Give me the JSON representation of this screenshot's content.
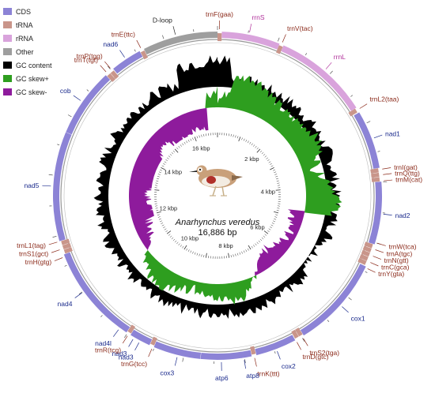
{
  "diagram": {
    "species": "Anarhynchus veredus",
    "genome_length": "16,886 bp",
    "total_bp": 16886
  },
  "legend": [
    {
      "label": "CDS",
      "color": "#8c83d6"
    },
    {
      "label": "tRNA",
      "color": "#c9958a"
    },
    {
      "label": "rRNA",
      "color": "#d9a3dc"
    },
    {
      "label": "Other",
      "color": "#9e9e9e"
    },
    {
      "label": "GC content",
      "color": "#000000"
    },
    {
      "label": "GC skew+",
      "color": "#2e9e1f"
    },
    {
      "label": "GC skew-",
      "color": "#8e1b9c"
    }
  ],
  "colors": {
    "cds": "#8c83d6",
    "trna": "#c9958a",
    "rrna": "#d9a3dc",
    "other": "#9e9e9e",
    "gc": "#000000",
    "skew_pos": "#2e9e1f",
    "skew_neg": "#8e1b9c",
    "label_blue": "#1a2a8c",
    "label_red": "#8b2a1a",
    "label_pink": "#b0309a",
    "label_dark": "#222222"
  },
  "kbp_ticks": [
    "2 kbp",
    "4 kbp",
    "6 kbp",
    "8 kbp",
    "10 kbp",
    "12 kbp",
    "14 kbp",
    "16 kbp"
  ],
  "genes": [
    {
      "name": "trnF(gaa)",
      "type": "trna",
      "start": 0,
      "end": 70
    },
    {
      "name": "rrnS",
      "type": "rrna",
      "start": 71,
      "end": 1040
    },
    {
      "name": "trnV(tac)",
      "type": "trna",
      "start": 1041,
      "end": 1110
    },
    {
      "name": "rrnL",
      "type": "rrna",
      "start": 1111,
      "end": 2700
    },
    {
      "name": "trnL2(taa)",
      "type": "trna",
      "start": 2701,
      "end": 2775
    },
    {
      "name": "nad1",
      "type": "cds",
      "start": 2790,
      "end": 3760
    },
    {
      "name": "trnI(gat)",
      "type": "trna",
      "start": 3765,
      "end": 3835
    },
    {
      "name": "trnQ(ttg)",
      "type": "trna",
      "start": 3840,
      "end": 3910
    },
    {
      "name": "trnM(cat)",
      "type": "trna",
      "start": 3915,
      "end": 3985
    },
    {
      "name": "nad2",
      "type": "cds",
      "start": 3990,
      "end": 5030
    },
    {
      "name": "trnW(tca)",
      "type": "trna",
      "start": 5035,
      "end": 5105
    },
    {
      "name": "trnA(tgc)",
      "type": "trna",
      "start": 5110,
      "end": 5180
    },
    {
      "name": "trnN(gtt)",
      "type": "trna",
      "start": 5185,
      "end": 5255
    },
    {
      "name": "trnC(gca)",
      "type": "trna",
      "start": 5260,
      "end": 5330
    },
    {
      "name": "trnY(gta)",
      "type": "trna",
      "start": 5335,
      "end": 5405
    },
    {
      "name": "cox1",
      "type": "cds",
      "start": 5420,
      "end": 6960
    },
    {
      "name": "trnS2(tga)",
      "type": "trna",
      "start": 6965,
      "end": 7035
    },
    {
      "name": "trnD(gtc)",
      "type": "trna",
      "start": 7040,
      "end": 7110
    },
    {
      "name": "cox2",
      "type": "cds",
      "start": 7120,
      "end": 7800
    },
    {
      "name": "trnK(ttt)",
      "type": "trna",
      "start": 7805,
      "end": 7875
    },
    {
      "name": "atp8",
      "type": "cds",
      "start": 7880,
      "end": 8050
    },
    {
      "name": "atp6",
      "type": "cds",
      "start": 8040,
      "end": 8720
    },
    {
      "name": "cox3",
      "type": "cds",
      "start": 8725,
      "end": 9510
    },
    {
      "name": "trnG(tcc)",
      "type": "trna",
      "start": 9515,
      "end": 9585
    },
    {
      "name": "nad3",
      "type": "cds",
      "start": 9590,
      "end": 9940
    },
    {
      "name": "trnR(tcg)",
      "type": "trna",
      "start": 9945,
      "end": 10015
    },
    {
      "name": "nad4l",
      "type": "cds",
      "start": 10020,
      "end": 10310
    },
    {
      "name": "nad4",
      "type": "cds",
      "start": 10305,
      "end": 11680
    },
    {
      "name": "trnH(gtg)",
      "type": "trna",
      "start": 11685,
      "end": 11755
    },
    {
      "name": "trnS1(gct)",
      "type": "trna",
      "start": 11760,
      "end": 11830
    },
    {
      "name": "trnL1(tag)",
      "type": "trna",
      "start": 11835,
      "end": 11905
    },
    {
      "name": "nad5",
      "type": "cds",
      "start": 11910,
      "end": 13730
    },
    {
      "name": "cob",
      "type": "cds",
      "start": 13735,
      "end": 14880
    },
    {
      "name": "trnT(tgt)",
      "type": "trna",
      "start": 14885,
      "end": 14955
    },
    {
      "name": "trnP(tgg)",
      "type": "trna",
      "start": 14960,
      "end": 15030
    },
    {
      "name": "nad6",
      "type": "cds",
      "start": 15040,
      "end": 15560
    },
    {
      "name": "trnE(ttc)",
      "type": "trna",
      "start": 15565,
      "end": 15635
    },
    {
      "name": "D-loop",
      "type": "other",
      "start": 15640,
      "end": 16886
    }
  ],
  "labels": [
    {
      "text": "trnF(gaa)",
      "color": "label_red",
      "pos": 30
    },
    {
      "text": "rrnS",
      "color": "label_pink",
      "pos": 520
    },
    {
      "text": "trnV(tac)",
      "color": "label_red",
      "pos": 1075
    },
    {
      "text": "rrnL",
      "color": "label_pink",
      "pos": 1900
    },
    {
      "text": "trnL2(taa)",
      "color": "label_red",
      "pos": 2740
    },
    {
      "text": "nad1",
      "color": "label_blue",
      "pos": 3270
    },
    {
      "text": "trnI(gat)",
      "color": "label_red",
      "pos": 3790
    },
    {
      "text": "trnQ(ttg)",
      "color": "label_red",
      "pos": 3880
    },
    {
      "text": "trnM(cat)",
      "color": "label_red",
      "pos": 3980
    },
    {
      "text": "nad2",
      "color": "label_blue",
      "pos": 4520
    },
    {
      "text": "trnW(tca)",
      "color": "label_red",
      "pos": 5000
    },
    {
      "text": "trnA(tgc)",
      "color": "label_red",
      "pos": 5110
    },
    {
      "text": "trnN(gtt)",
      "color": "label_red",
      "pos": 5220
    },
    {
      "text": "trnC(gca)",
      "color": "label_red",
      "pos": 5330
    },
    {
      "text": "trnY(gta)",
      "color": "label_red",
      "pos": 5440
    },
    {
      "text": "cox1",
      "color": "label_blue",
      "pos": 6180
    },
    {
      "text": "trnS2(tga)",
      "color": "label_red",
      "pos": 6990
    },
    {
      "text": "trnD(gtc)",
      "color": "label_red",
      "pos": 7110
    },
    {
      "text": "cox2",
      "color": "label_blue",
      "pos": 7460
    },
    {
      "text": "trnK(ttt)",
      "color": "label_red",
      "pos": 7840
    },
    {
      "text": "atp8",
      "color": "label_blue",
      "pos": 8010
    },
    {
      "text": "atp6",
      "color": "label_blue",
      "pos": 8380
    },
    {
      "text": "cox3",
      "color": "label_blue",
      "pos": 9100
    },
    {
      "text": "trnG(tcc)",
      "color": "label_red",
      "pos": 9530
    },
    {
      "text": "nad3",
      "color": "label_blue",
      "pos": 9760
    },
    {
      "text": "nad3",
      "color": "label_blue",
      "pos": 9870
    },
    {
      "text": "trnR(tcg)",
      "color": "label_red",
      "pos": 9975
    },
    {
      "text": "nad4l",
      "color": "label_blue",
      "pos": 10150
    },
    {
      "text": "nad4",
      "color": "label_blue",
      "pos": 10990
    },
    {
      "text": "trnH(gtg)",
      "color": "label_red",
      "pos": 11640
    },
    {
      "text": "trnS1(gct)",
      "color": "label_red",
      "pos": 11775
    },
    {
      "text": "trnL1(tag)",
      "color": "label_red",
      "pos": 11905
    },
    {
      "text": "nad5",
      "color": "label_blue",
      "pos": 12820
    },
    {
      "text": "cob",
      "color": "label_blue",
      "pos": 14300
    },
    {
      "text": "trnT(tgt)",
      "color": "label_red",
      "pos": 14920
    },
    {
      "text": "trnP(tgg)",
      "color": "label_red",
      "pos": 15010
    },
    {
      "text": "nad6",
      "color": "label_blue",
      "pos": 15300
    },
    {
      "text": "trnE(ttc)",
      "color": "label_red",
      "pos": 15600
    },
    {
      "text": "D-loop",
      "color": "label_dark",
      "pos": 16200
    }
  ]
}
